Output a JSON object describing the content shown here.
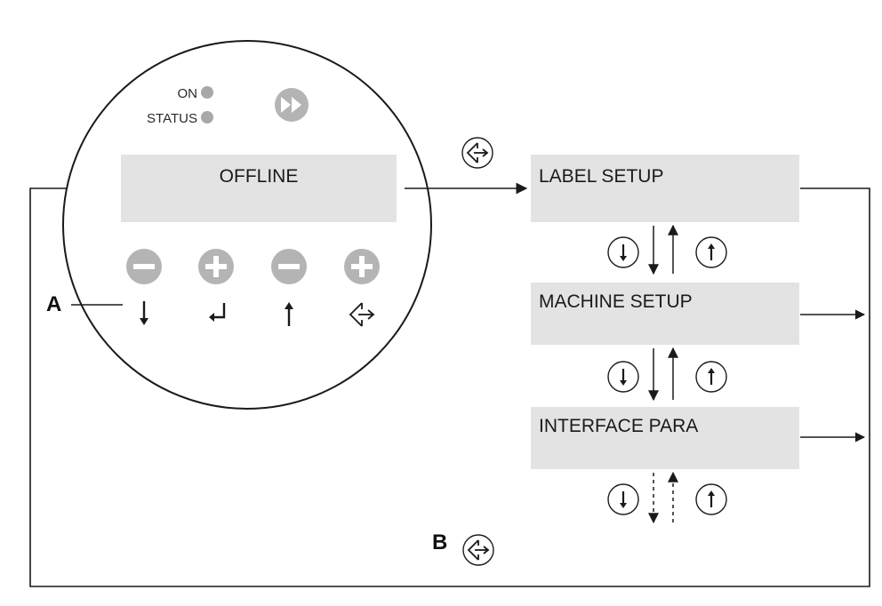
{
  "indicators": {
    "on_label": "ON",
    "status_label": "STATUS"
  },
  "display": {
    "text": "OFFLINE"
  },
  "menu": {
    "items": [
      "LABEL SETUP",
      "MACHINE SETUP",
      "INTERFACE PARA"
    ]
  },
  "callouts": {
    "a": "A",
    "b": "B"
  },
  "icons": {
    "fast_forward": "fast-forward-icon",
    "minus": "minus-icon",
    "plus": "plus-icon",
    "down_arrow": "down-arrow-icon",
    "enter": "enter-icon",
    "up_arrow": "up-arrow-icon",
    "menu_key": "menu-key-icon"
  },
  "colors": {
    "panel_fill": "#e3e3e3",
    "button_gray": "#b4b4b4",
    "led_gray": "#a8a8a8",
    "line": "#1a1a1a"
  }
}
